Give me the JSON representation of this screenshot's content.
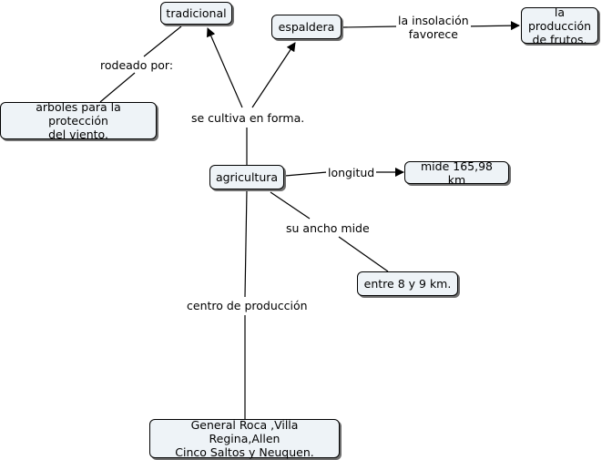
{
  "concept_map": {
    "nodes": {
      "tradicional": "tradicional",
      "espaldera": "espaldera",
      "produccion_frutos": "la producción\nde frutos.",
      "arboles": "arboles para la protección\ndel viento.",
      "agricultura": "agricultura",
      "longitud_valor": "mide 165,98 km",
      "ancho_valor": "entre 8 y 9 km.",
      "ciudades": "General Roca ,Villa Regina,Allen\nCinco Saltos y Neuquen."
    },
    "links": {
      "rodeado_por": "rodeado por:",
      "se_cultiva": "se cultiva en forma.",
      "insolacion": "la insolación\nfavorece",
      "longitud": "longitud",
      "ancho": "su ancho mide",
      "centro": "centro de producción"
    }
  }
}
